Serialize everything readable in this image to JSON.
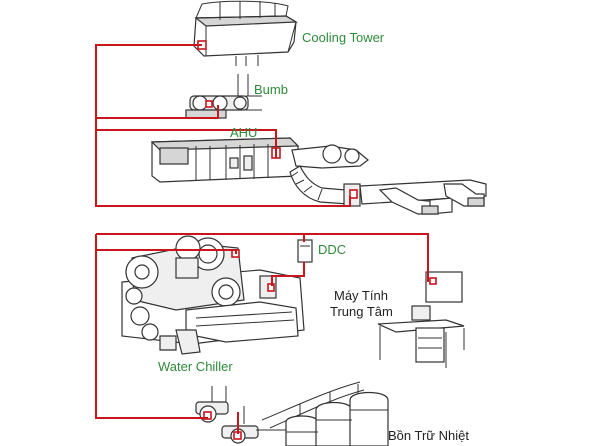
{
  "labels": {
    "cooling_tower": "Cooling Tower",
    "pump": "Bumb",
    "ahu": "AHU",
    "ddc": "DDC",
    "computer_line1": "Máy Tính",
    "computer_line2": "Trung Tâm",
    "water_chiller": "Water Chiller",
    "storage_tank": "Bồn Trữ Nhiệt"
  },
  "colors": {
    "control_wire": "#c8161d",
    "equipment_label": "#2e8b3a",
    "dark_label": "#222222",
    "outline": "#333333"
  }
}
